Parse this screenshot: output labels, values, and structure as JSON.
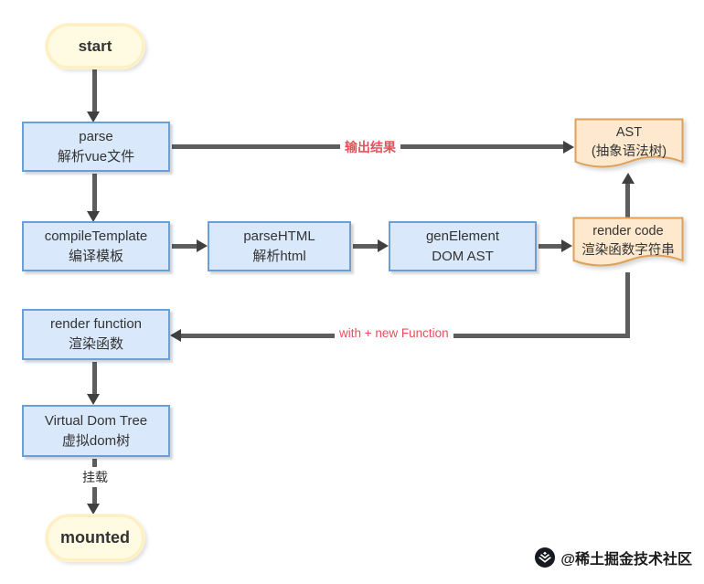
{
  "nodes": {
    "start": {
      "label": "start"
    },
    "parse": {
      "title": "parse",
      "subtitle": "解析vue文件"
    },
    "ast": {
      "title": "AST",
      "subtitle": "(抽象语法树)"
    },
    "compile_template": {
      "title": "compileTemplate",
      "subtitle": "编译模板"
    },
    "parse_html": {
      "title": "parseHTML",
      "subtitle": "解析html"
    },
    "gen_element": {
      "title": "genElement",
      "subtitle": "DOM AST"
    },
    "render_code": {
      "title": "render code",
      "subtitle": "渲染函数字符串"
    },
    "render_function": {
      "title": "render function",
      "subtitle": "渲染函数"
    },
    "virtual_dom_tree": {
      "title": "Virtual Dom Tree",
      "subtitle": "虚拟dom树"
    },
    "mounted": {
      "label": "mounted"
    }
  },
  "edges": {
    "parse_to_ast_label": "输出结果",
    "render_code_to_render_function_label": "with + new Function",
    "virtual_dom_to_mounted_label": "挂载"
  },
  "colors": {
    "process_fill": "#d9e9fb",
    "process_border": "#6c9fd8",
    "document_fill": "#ffe9ce",
    "document_border": "#dfa057",
    "terminal_fill": "#fffbe2",
    "terminal_border": "#ffefc2",
    "edge_line": "#5d5d5d",
    "edge_arrow": "#404040",
    "edge_label_red": "#e8505b",
    "node_text": "#333333"
  },
  "watermark": {
    "text": "@稀土掘金技术社区"
  }
}
